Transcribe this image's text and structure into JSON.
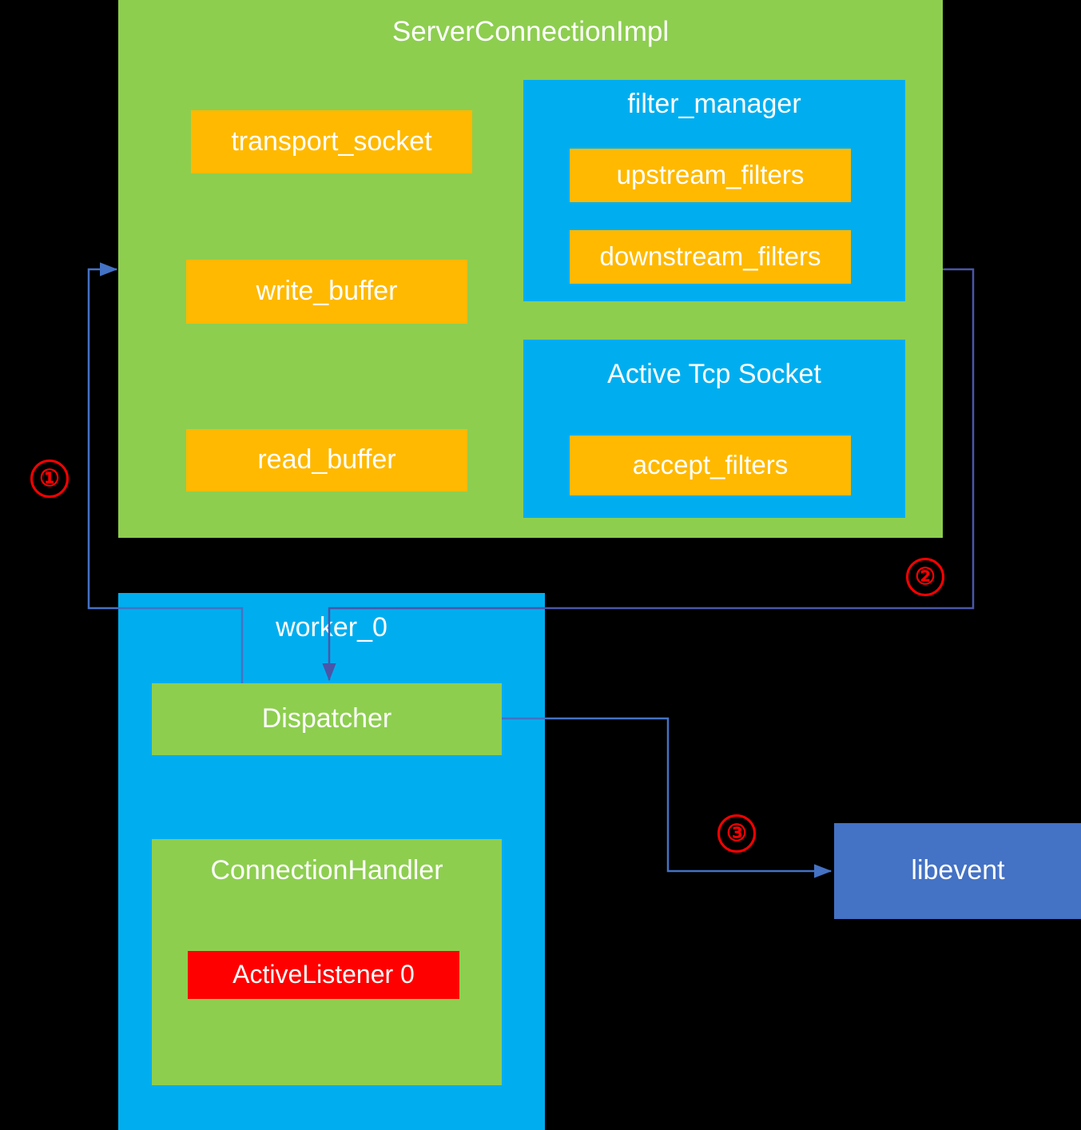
{
  "diagram": {
    "title": "ServerConnectionImpl",
    "background_color": "#000000",
    "colors": {
      "green": "#8DCE4F",
      "blue": "#00AEEF",
      "orange": "#FFB900",
      "red": "#FF0000",
      "dark_blue": "#4472C4",
      "connector": "#4472C4",
      "text": "#FFFFFF"
    }
  },
  "server_connection": {
    "title": "ServerConnectionImpl",
    "transport_socket": "transport_socket",
    "write_buffer": "write_buffer",
    "read_buffer": "read_buffer",
    "filter_manager": {
      "title": "filter_manager",
      "upstream_filters": "upstream_filters",
      "downstream_filters": "downstream_filters"
    },
    "active_tcp_socket": {
      "title": "Active Tcp Socket",
      "accept_filters": "accept_filters"
    }
  },
  "worker": {
    "title": "worker_0",
    "dispatcher": "Dispatcher",
    "connection_handler": {
      "title": "ConnectionHandler",
      "active_listener": "ActiveListener 0"
    }
  },
  "libevent": {
    "label": "libevent"
  },
  "steps": [
    {
      "number": "①",
      "id": "step-1",
      "from": "worker_0",
      "to": "ServerConnectionImpl"
    },
    {
      "number": "②",
      "id": "step-2",
      "from": "ServerConnectionImpl",
      "to": "Dispatcher"
    },
    {
      "number": "③",
      "id": "step-3",
      "from": "Dispatcher",
      "to": "libevent"
    }
  ]
}
